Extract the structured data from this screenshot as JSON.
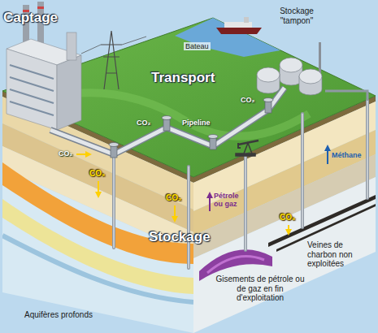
{
  "diagram": {
    "labels": [
      "Captage",
      "Bateau",
      "Stockage \"tampon\"",
      "Transport",
      "CO₂",
      "Pipeline",
      "CO₂",
      "CO₂",
      "Méthane",
      "CO₂",
      "Pétrole ou gaz",
      "CO₂",
      "CO₂",
      "Stockage",
      "Veines de charbon non exploitées",
      "Gisements de pétrole ou de gaz en fin d'exploitation",
      "Aquifères profonds"
    ]
  }
}
